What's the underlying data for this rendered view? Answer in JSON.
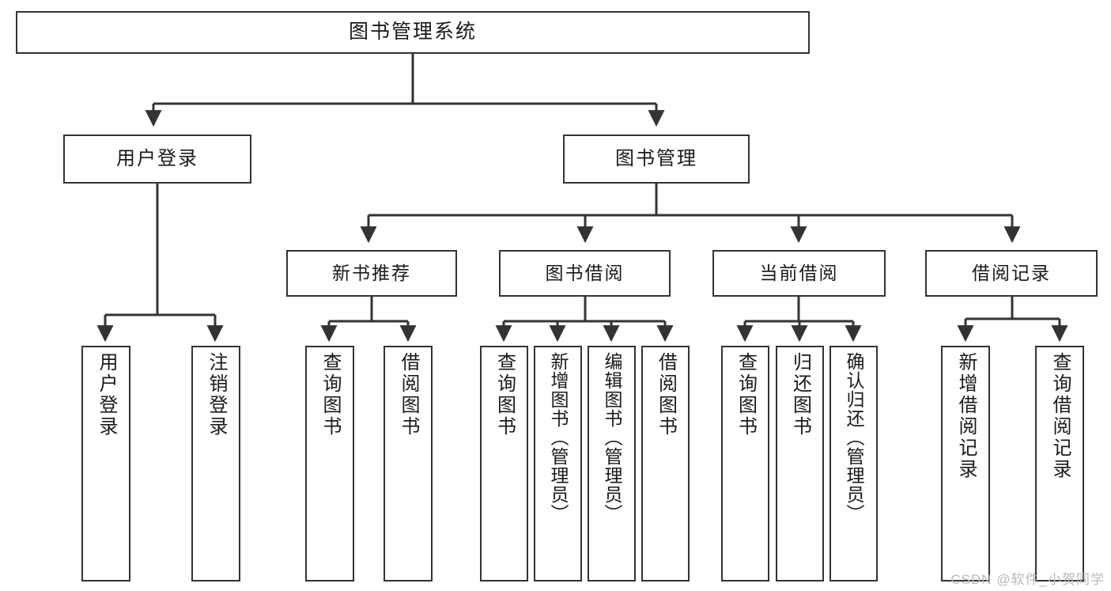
{
  "diagram": {
    "title": "图书管理系统",
    "type": "tree",
    "watermark": "CSDN @软件_小贺同学",
    "colors": {
      "box_border": "#333333",
      "box_fill": "#ffffff",
      "connector": "#333333",
      "text": "#1a1a1a",
      "watermark": "#b9b9b9",
      "background": "#ffffff"
    },
    "nodes": {
      "root": {
        "label": "图书管理系统"
      },
      "level2": [
        {
          "id": "user-login",
          "label": "用户登录"
        },
        {
          "id": "book-management",
          "label": "图书管理"
        }
      ],
      "level3": [
        {
          "id": "new-book-recommend",
          "label": "新书推荐"
        },
        {
          "id": "book-borrow",
          "label": "图书借阅"
        },
        {
          "id": "current-borrow",
          "label": "当前借阅"
        },
        {
          "id": "borrow-record",
          "label": "借阅记录"
        }
      ],
      "leaves": {
        "user_login": [
          {
            "id": "leaf-user-login",
            "label": "用户登录"
          },
          {
            "id": "leaf-logout-login",
            "label": "注销登录"
          }
        ],
        "new_book_recommend": [
          {
            "id": "leaf-query-book-1",
            "label": "查询图书"
          },
          {
            "id": "leaf-borrow-book-1",
            "label": "借阅图书"
          }
        ],
        "book_borrow": [
          {
            "id": "leaf-query-book-2",
            "label": "查询图书"
          },
          {
            "id": "leaf-add-book-admin",
            "label": "新增图书（管理员）"
          },
          {
            "id": "leaf-edit-book-admin",
            "label": "编辑图书（管理员）"
          },
          {
            "id": "leaf-borrow-book-2",
            "label": "借阅图书"
          }
        ],
        "current_borrow": [
          {
            "id": "leaf-query-book-3",
            "label": "查询图书"
          },
          {
            "id": "leaf-return-book",
            "label": "归还图书"
          },
          {
            "id": "leaf-confirm-return-admin",
            "label": "确认归还（管理员）"
          }
        ],
        "borrow_record": [
          {
            "id": "leaf-add-borrow-record",
            "label": "新增借阅记录"
          },
          {
            "id": "leaf-query-borrow-record",
            "label": "查询借阅记录"
          }
        ]
      }
    }
  }
}
